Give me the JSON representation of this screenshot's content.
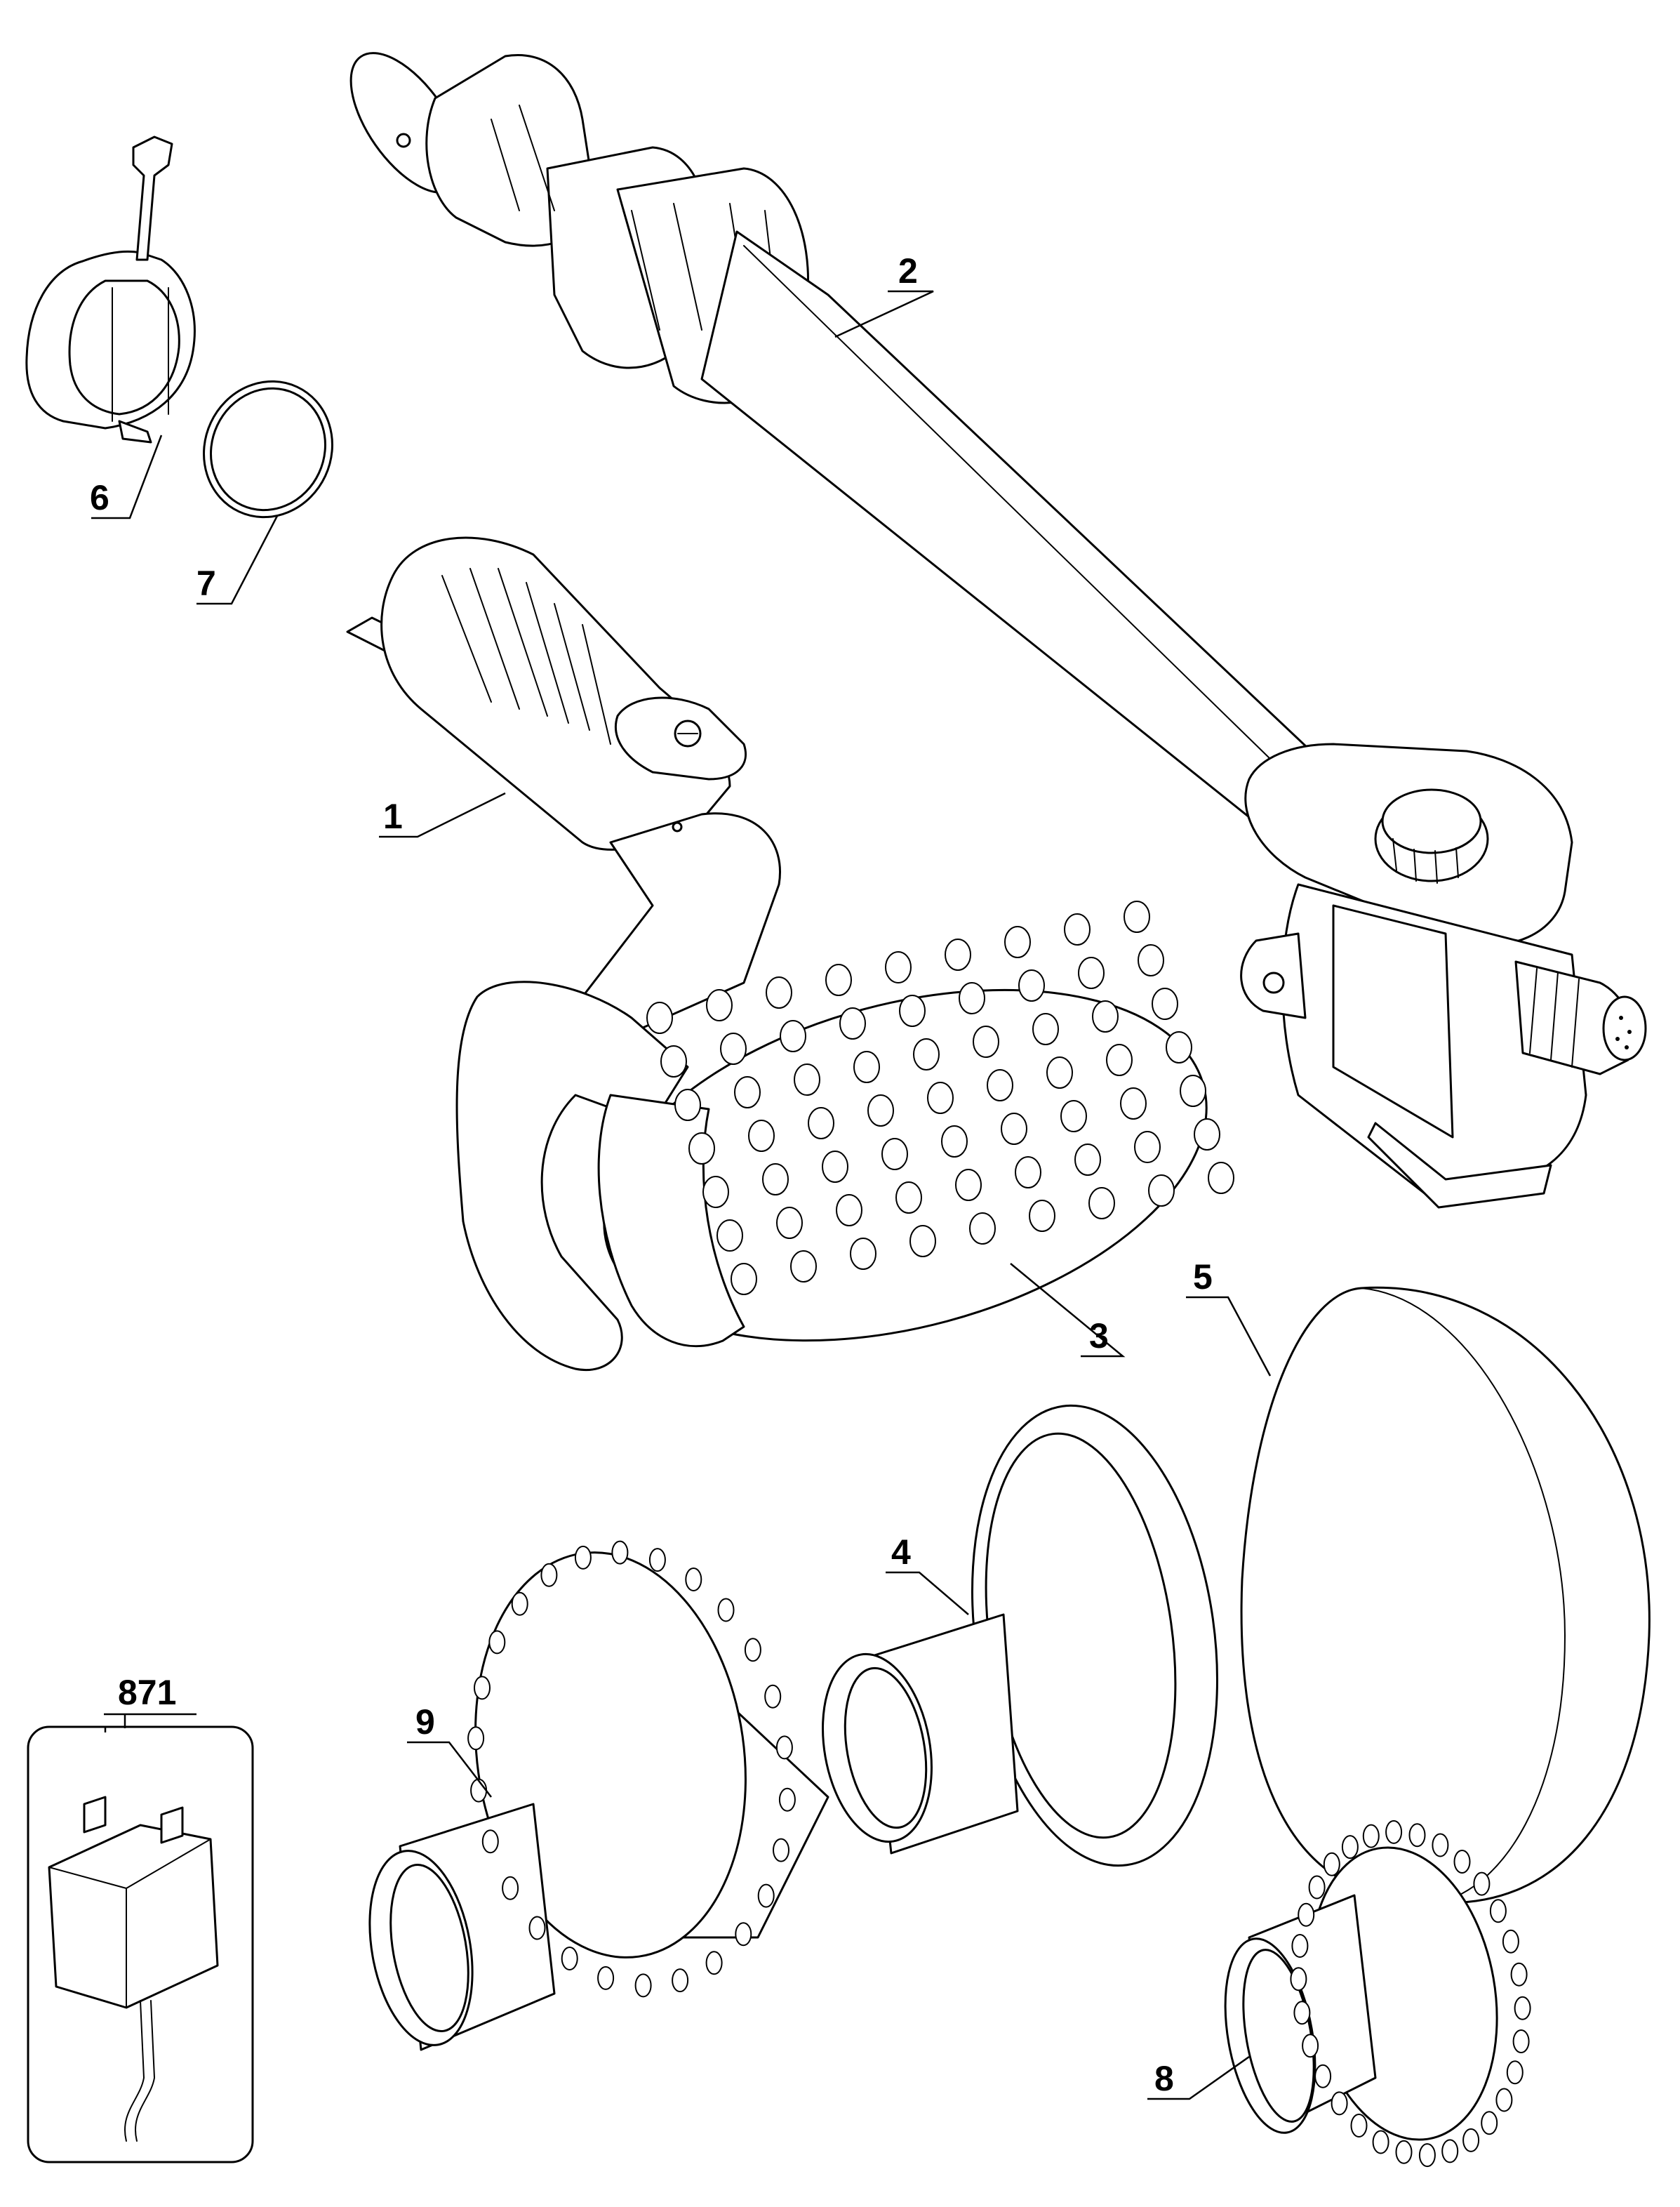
{
  "parts": [
    {
      "id": "part-1",
      "number": "1"
    },
    {
      "id": "part-2",
      "number": "2"
    },
    {
      "id": "part-3",
      "number": "3"
    },
    {
      "id": "part-4",
      "number": "4"
    },
    {
      "id": "part-5",
      "number": "5"
    },
    {
      "id": "part-6",
      "number": "6"
    },
    {
      "id": "part-7",
      "number": "7"
    },
    {
      "id": "part-8",
      "number": "8"
    },
    {
      "id": "part-9",
      "number": "9"
    },
    {
      "id": "part-871",
      "number": "871"
    }
  ],
  "colors": {
    "ink": "#000000",
    "paper": "#ffffff"
  }
}
